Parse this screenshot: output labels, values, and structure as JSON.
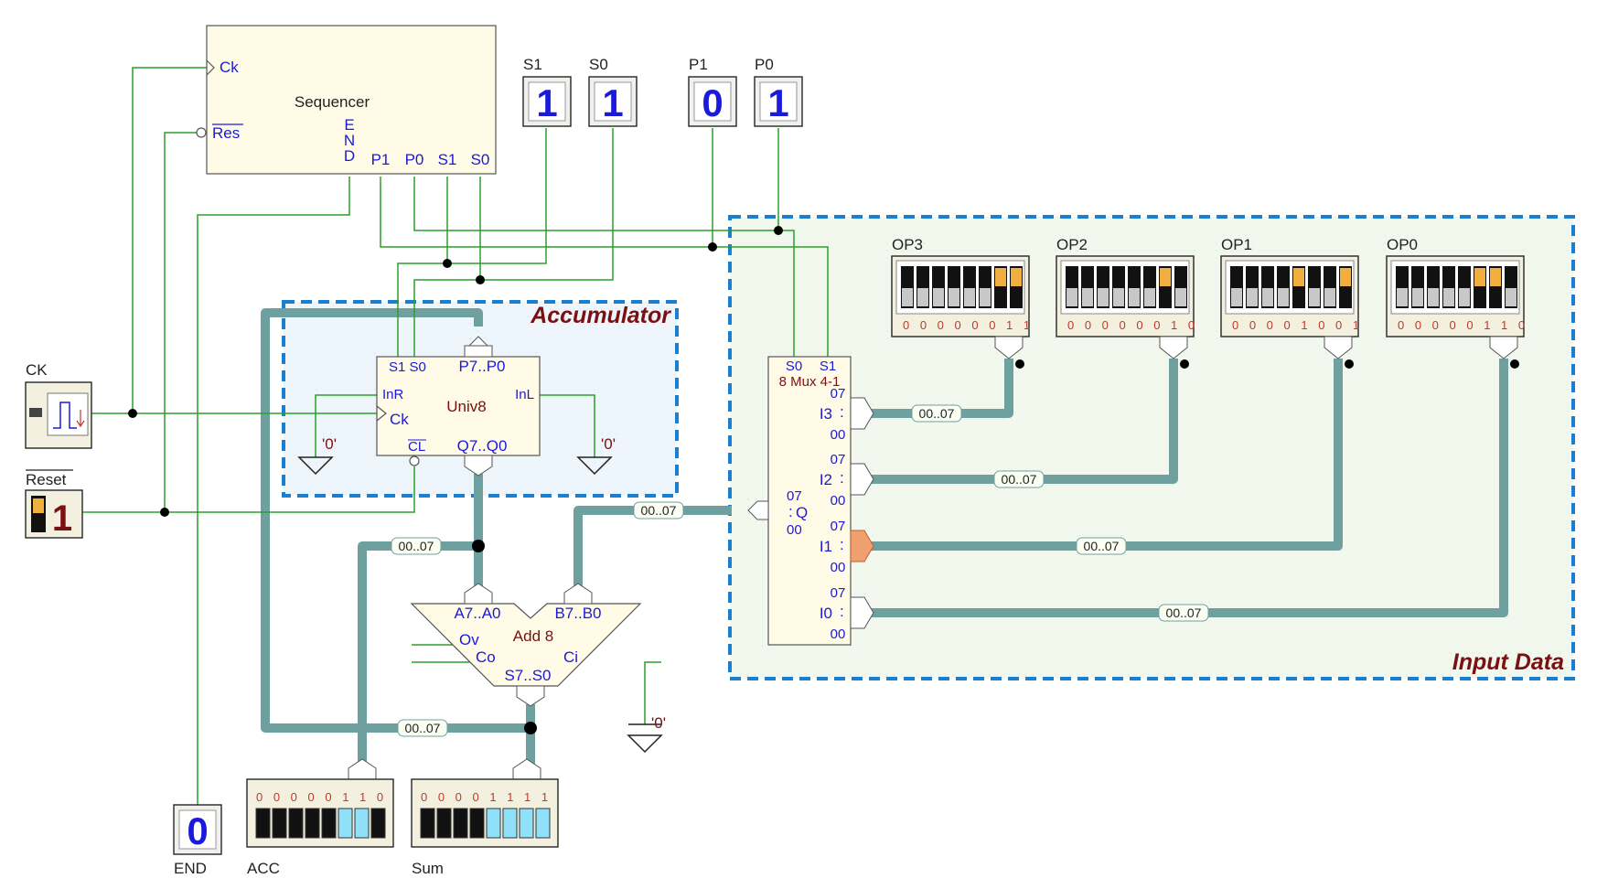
{
  "regions": {
    "accumulator": "Accumulator",
    "input_data": "Input Data"
  },
  "sequencer": {
    "title": "Sequencer",
    "ck": "Ck",
    "res": "Res",
    "end": "E N D",
    "p1": "P1",
    "p0": "P0",
    "s1": "S1",
    "s0": "S0"
  },
  "displays": [
    {
      "id": "s1",
      "label": "S1",
      "value": "1"
    },
    {
      "id": "s0",
      "label": "S0",
      "value": "1"
    },
    {
      "id": "p1",
      "label": "P1",
      "value": "0"
    },
    {
      "id": "p0",
      "label": "P0",
      "value": "1"
    },
    {
      "id": "end",
      "label": "END",
      "value": "0"
    }
  ],
  "clock": {
    "label": "CK"
  },
  "reset": {
    "label": "Reset",
    "value": "1"
  },
  "univ8": {
    "title": "Univ8",
    "s1s0": "S1 S0",
    "p": "P7..P0",
    "inr": "InR",
    "inl": "InL",
    "ck": "Ck",
    "cl": "CL",
    "q": "Q7..Q0",
    "zero": "'0'"
  },
  "adder": {
    "title": "Add 8",
    "a": "A7..A0",
    "b": "B7..B0",
    "ov": "Ov",
    "co": "Co",
    "ci": "Ci",
    "s": "S7..S0",
    "zero": "'0'"
  },
  "mux": {
    "title": "8 Mux 4-1",
    "s0": "S0",
    "s1": "S1",
    "inputs": [
      "I3",
      "I2",
      "I1",
      "I0"
    ],
    "out": "Q",
    "hi": "07",
    "lo": "00",
    "colon": ":"
  },
  "bus_label": "00..07",
  "switches": [
    {
      "label": "OP3",
      "bits": "0 0 0 0 0 0 1 1"
    },
    {
      "label": "OP2",
      "bits": "0 0 0 0 0 0 1 0"
    },
    {
      "label": "OP1",
      "bits": "0 0 0 0 1 0 0 1"
    },
    {
      "label": "OP0",
      "bits": "0 0 0 0 0 1 1 0"
    }
  ],
  "leds": [
    {
      "label": "ACC",
      "bits": "0 0 0 0 0 1 1 0"
    },
    {
      "label": "Sum",
      "bits": "0 0 0 0 1 1 1 1"
    }
  ],
  "colors": {
    "bus": "#6fa0a0",
    "wire": "#2aa02a",
    "region_border": "#1a7fd0",
    "comp_fill": "#fffbe6",
    "digit": "#1a1adc",
    "maroon": "#7a1010"
  }
}
